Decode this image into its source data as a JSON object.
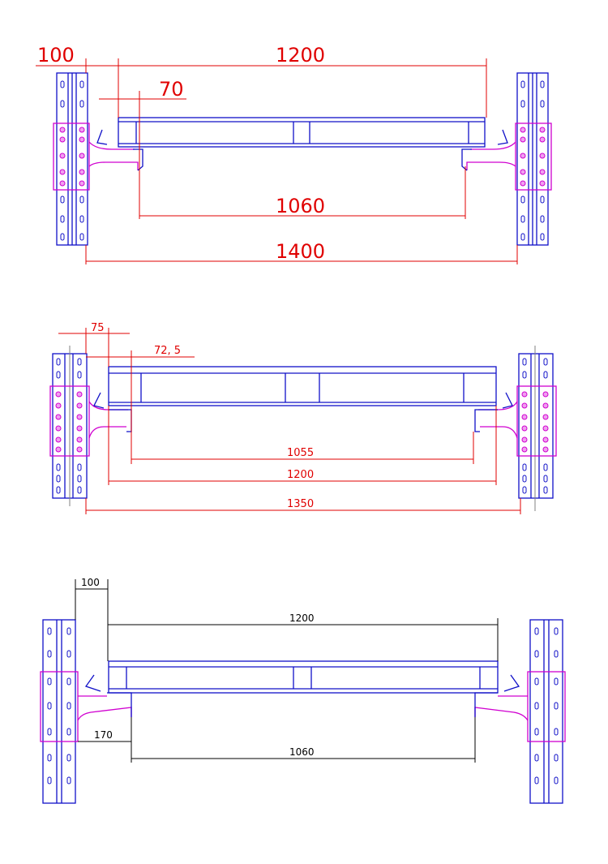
{
  "colors": {
    "frame": "#1010c8",
    "bracket": "#d000d0",
    "dim_red": "#e00000",
    "dim_black": "#000000"
  },
  "views": [
    {
      "dims": {
        "overhang": "100",
        "pallet_width": "1200",
        "offset": "70",
        "inner_width": "1060",
        "outer_width": "1400"
      }
    },
    {
      "dims": {
        "overhang": "75",
        "offset": "72, 5",
        "inner_width": "1055",
        "pallet_width": "1200",
        "outer_width": "1350"
      }
    },
    {
      "dims": {
        "overhang": "100",
        "pallet_width": "1200",
        "bracket_depth": "170",
        "inner_width": "1060"
      }
    }
  ]
}
